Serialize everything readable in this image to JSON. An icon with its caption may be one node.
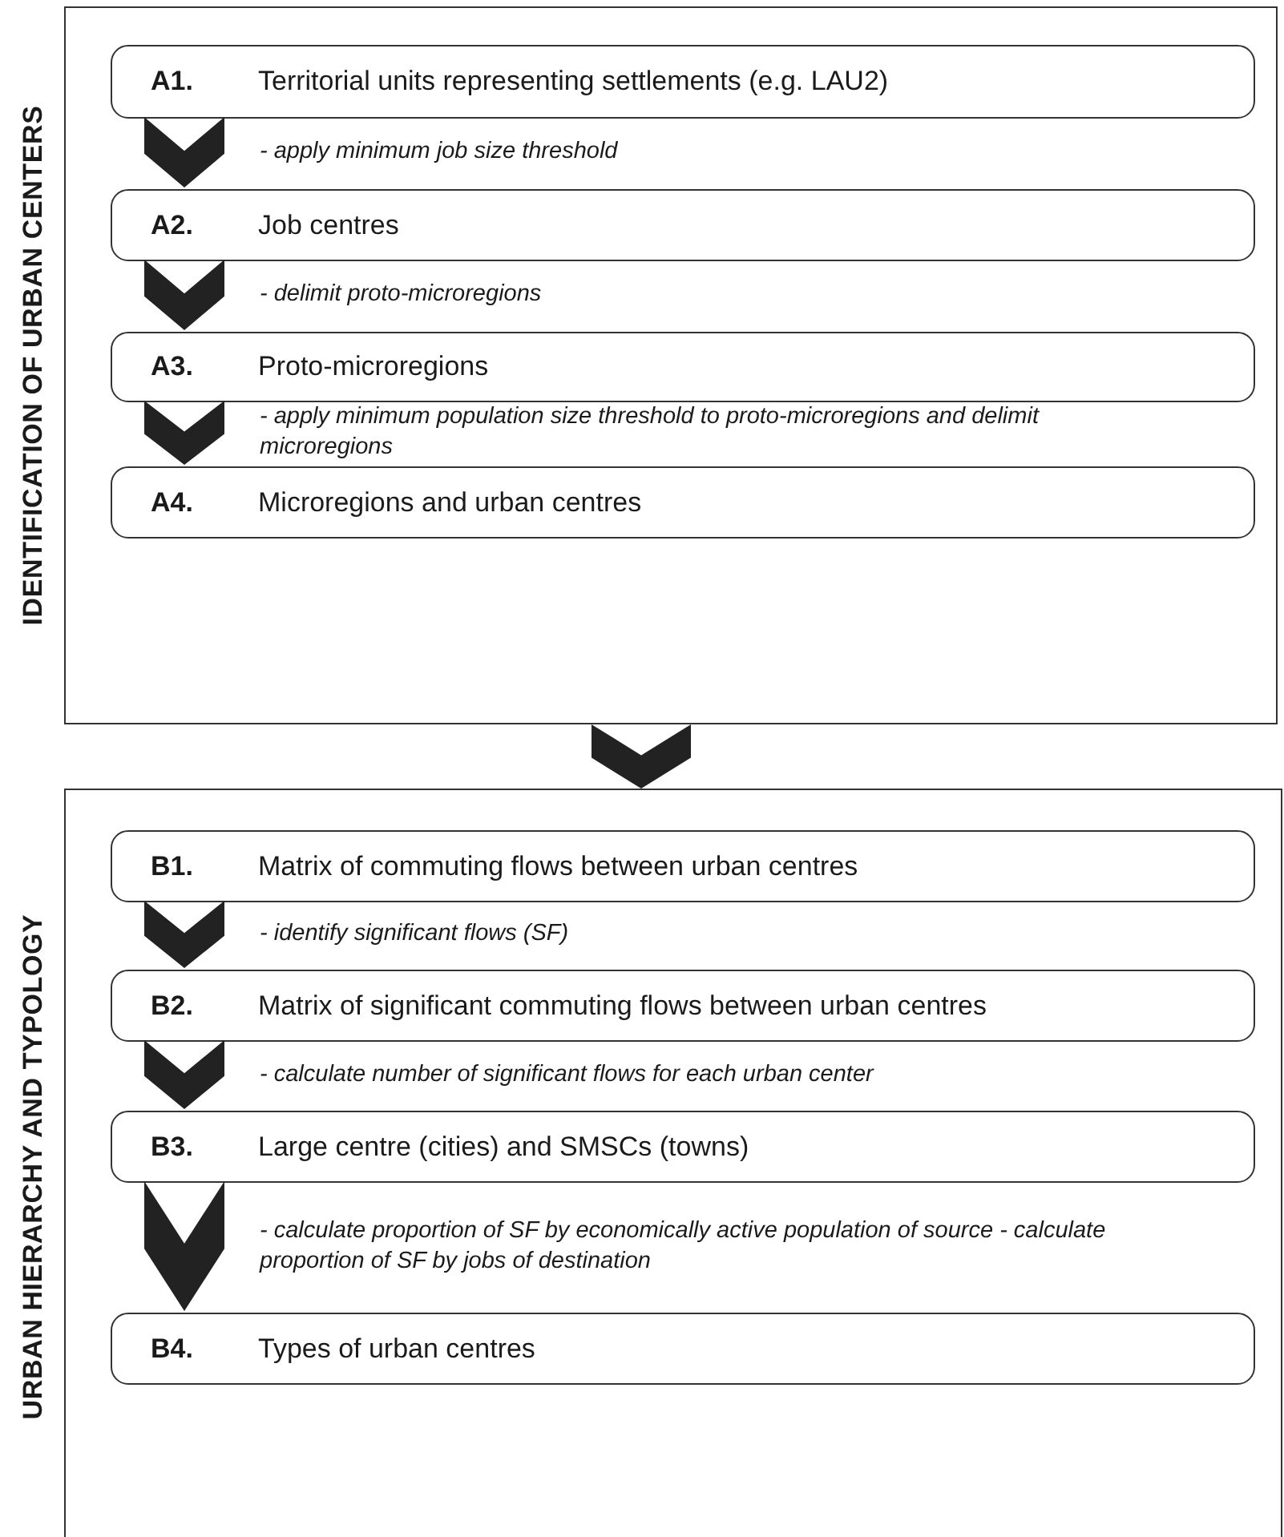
{
  "diagram": {
    "nodes": [
      {
        "text": [
          "IDENTIFICATION OF URBAN CENTERS"
        ]
      },
      {
        "text": [
          "A1.",
          "Territorial units representing settlements (e.g. LAU2)"
        ],
        "in": 0
      },
      {
        "text": [
          "A2.",
          "Job centres"
        ],
        "in": 0
      },
      {
        "text": [
          "A3.",
          "Proto-microregions"
        ],
        "in": 0
      },
      {
        "text": [
          "A4.",
          "Microregions and urban centres"
        ],
        "in": 0
      },
      {
        "text": [
          "URBAN HIERARCHY AND TYPOLOGY"
        ]
      },
      {
        "text": [
          "B1.",
          "Matrix of commuting flows between urban centres"
        ],
        "in": 5
      },
      {
        "text": [
          "B2.",
          "Matrix of significant commuting flows between urban centres"
        ],
        "in": 5
      },
      {
        "text": [
          "B3.",
          "Large centre (cities) and SMSCs (towns)"
        ],
        "in": 5
      },
      {
        "text": [
          "B4.",
          "Types of urban centres"
        ],
        "in": 5
      }
    ],
    "edges": [
      {
        "from": 1,
        "to": 2,
        "arrow": "to",
        "label": "- apply minimum job size threshold"
      },
      {
        "from": 2,
        "to": 3,
        "arrow": "to",
        "label": "- delimit proto-microregions"
      },
      {
        "from": 3,
        "to": 4,
        "arrow": "to",
        "label": "- apply minimum population size threshold to proto-microregions and delimit microregions"
      },
      {
        "from": 0,
        "to": 5,
        "arrow": "to"
      },
      {
        "from": 6,
        "to": 7,
        "arrow": "to",
        "label": "- identify significant flows (SF)"
      },
      {
        "from": 7,
        "to": 8,
        "arrow": "to",
        "label": "- calculate number of significant flows for each urban center"
      },
      {
        "from": 8,
        "to": 9,
        "arrow": "to",
        "label": "- calculate proportion of SF by economically active population of source - calculate proportion of SF by jobs of destination"
      }
    ]
  }
}
